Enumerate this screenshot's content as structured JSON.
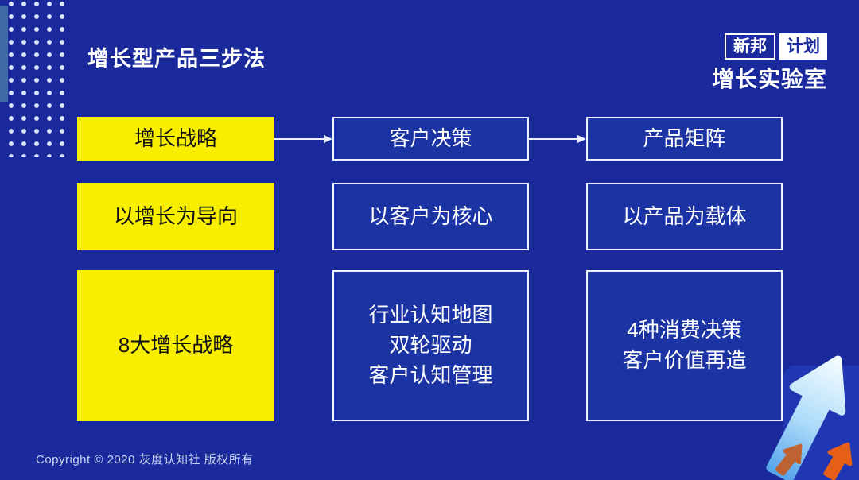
{
  "header": {
    "title": "增长型产品三步法"
  },
  "logo": {
    "badge_left": "新邦",
    "badge_right": "计划",
    "subtitle": "增长实验室"
  },
  "diagram": {
    "row1": {
      "col1": "增长战略",
      "col2": "客户决策",
      "col3": "产品矩阵"
    },
    "row2": {
      "col1": "以增长为导向",
      "col2": "以客户为核心",
      "col3": "以产品为载体"
    },
    "row3": {
      "col1": "8大增长战略",
      "col2": "行业认知地图\n双轮驱动\n客户认知管理",
      "col3": "4种消费决策\n客户价值再造"
    }
  },
  "footer": {
    "copyright": "Copyright © 2020 灰度认知社 版权所有"
  },
  "colors": {
    "background": "#1A2A9C",
    "highlight_yellow": "#F8EE00",
    "panel_blue": "#1C33A4",
    "border_white": "#EEF4FF",
    "accent_strip_blue": "#3E6BA5",
    "corner_patch_blue": "#2036B2",
    "big_arrow_blue": "#8FCBF7",
    "small_arrow_orange": "#E55F17"
  }
}
